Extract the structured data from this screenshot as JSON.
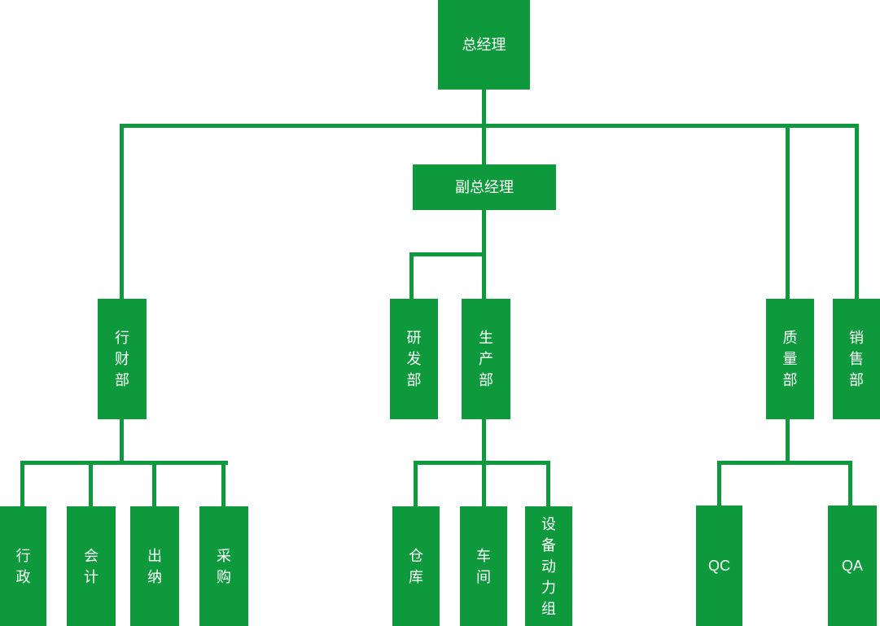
{
  "org_chart": {
    "colors": {
      "node_fill": "#0E9A3C",
      "node_text": "#FFFFFF",
      "connector": "#0E9A3C",
      "background": "#FFFFFF"
    },
    "nodes": {
      "general_manager": {
        "label": "总经理"
      },
      "deputy_general_manager": {
        "label": "副总经理"
      },
      "admin_finance_dept": {
        "label": "行财部"
      },
      "rd_dept": {
        "label": "研发部"
      },
      "production_dept": {
        "label": "生产部"
      },
      "quality_dept": {
        "label": "质量部"
      },
      "sales_dept": {
        "label": "销售部"
      },
      "admin_office": {
        "label": "行政"
      },
      "accounting": {
        "label": "会计"
      },
      "cashier": {
        "label": "出纳"
      },
      "procurement": {
        "label": "采购"
      },
      "warehouse": {
        "label": "仓库"
      },
      "workshop": {
        "label": "车间"
      },
      "equipment_power_group": {
        "label": "设备动力组"
      },
      "qc": {
        "label": "QC"
      },
      "qa": {
        "label": "QA"
      }
    },
    "hierarchy": [
      {
        "parent": "总经理",
        "children": [
          "行财部",
          "副总经理",
          "质量部",
          "销售部"
        ]
      },
      {
        "parent": "副总经理",
        "children": [
          "研发部",
          "生产部"
        ]
      },
      {
        "parent": "行财部",
        "children": [
          "行政",
          "会计",
          "出纳",
          "采购"
        ]
      },
      {
        "parent": "生产部",
        "children": [
          "仓库",
          "车间",
          "设备动力组"
        ]
      },
      {
        "parent": "质量部",
        "children": [
          "QC",
          "QA"
        ]
      }
    ]
  }
}
